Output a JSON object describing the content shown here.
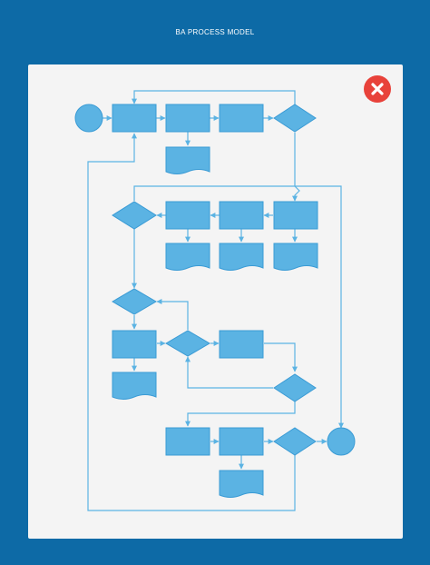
{
  "header": {
    "title": "BA PROCESS MODEL"
  },
  "close_button": {
    "icon": "close-icon",
    "color": "#e8423a"
  },
  "colors": {
    "background": "#0d6aa6",
    "canvas": "#f4f4f4",
    "shape_fill": "#5bb3e3",
    "shape_stroke": "#3a9bd5",
    "connector": "#5bb3e3"
  },
  "diagram": {
    "type": "flowchart",
    "node_kinds": [
      "start-terminator",
      "process",
      "document",
      "decision",
      "end-terminator"
    ]
  }
}
